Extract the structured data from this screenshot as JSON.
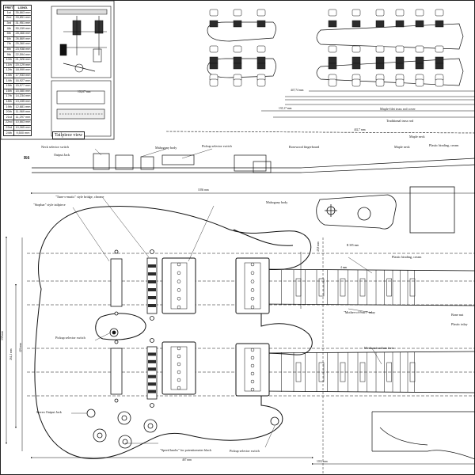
{
  "fret_table": {
    "headers": [
      "FRET",
      "LONG."
    ],
    "rows": [
      [
        "1st",
        "35,863 mm"
      ],
      [
        "2nd",
        "33,851 mm"
      ],
      [
        "3rd",
        "31,951 mm"
      ],
      [
        "4th",
        "30,159 mm"
      ],
      [
        "5th",
        "28,466 mm"
      ],
      [
        "6th",
        "26,869 mm"
      ],
      [
        "7th",
        "25,360 mm"
      ],
      [
        "8th",
        "23,938 mm"
      ],
      [
        "9th",
        "22,594 mm"
      ],
      [
        "10th",
        "21,326 mm"
      ],
      [
        "11th",
        "20,129 mm"
      ],
      [
        "12th",
        "18,999 mm"
      ],
      [
        "13th",
        "17,933 mm"
      ],
      [
        "14th",
        "16,927 mm"
      ],
      [
        "15th",
        "15,977 mm"
      ],
      [
        "16th",
        "15,080 mm"
      ],
      [
        "17th",
        "14,234 mm"
      ],
      [
        "18th",
        "13,435 mm"
      ],
      [
        "19th",
        "12,681 mm"
      ],
      [
        "20th",
        "11,969 mm"
      ],
      [
        "21st",
        "11,297 mm"
      ],
      [
        "22nd",
        "10,663 mm"
      ],
      [
        "23rd",
        "10,065 mm"
      ],
      [
        "24th",
        "9,500 mm"
      ]
    ]
  },
  "tailpiece": {
    "label": "Tailpiece view",
    "dim": "102,67 mm"
  },
  "labels": {
    "neck_selector": "Neck selector switch",
    "output_jack_top": "Output Jack",
    "mahogany_body_top": "Mahogany body",
    "pickup_selector_top": "Pickup selector switch",
    "rosewood_fingerboard": "Rosewood fingerboard",
    "maple_neck": "Maple neck",
    "plastic_binding_top": "Plastic binding, cream",
    "maple_truss_rod": "Maple-filet truss rod cover",
    "traditional_truss_rod": "Traditional truss rod",
    "maple_neck_2": "Maple neck",
    "dim_head_a": "447,74 mm",
    "dim_head_b": "135,17 mm",
    "dim_neck": "442,7 mm",
    "top_scale": "1036 mm",
    "tune_o_matic": "\"Tune-o-matic\" style bridge, chrome",
    "stopbar": "\"Stopbar\" style tailpiece",
    "mahogany_body": "Mahogany body",
    "plastic_binding_cream": "Plastic binding, cream",
    "dim_radius": "R 305 mm",
    "mother_of_pearl": "\"Mother-of-Pearl\" inlay",
    "pickup_selector_left": "Pickup selector switch",
    "mother_pearl_2": "Medium/medium frets",
    "bone_nut": "Bone nut",
    "plastic_inlay": "Plastic inlay",
    "stereo_output": "Stereo Output Jack",
    "speed_knobs": "\"Speed knobs\" for potentiometer black",
    "pickup_selector_bottom": "Pickup selector switch",
    "body_width": "467 mm",
    "neck_width": "1031 mm",
    "height_a": "338 mm",
    "height_b": "264,1 mm",
    "height_c": "426 mm",
    "height_d": "45,8 mm",
    "height_e": "4 mm",
    "fig_mark": "R6"
  },
  "colors": {
    "ink": "#111111",
    "paper": "#ffffff",
    "fill_dark": "#2b2b2b"
  }
}
